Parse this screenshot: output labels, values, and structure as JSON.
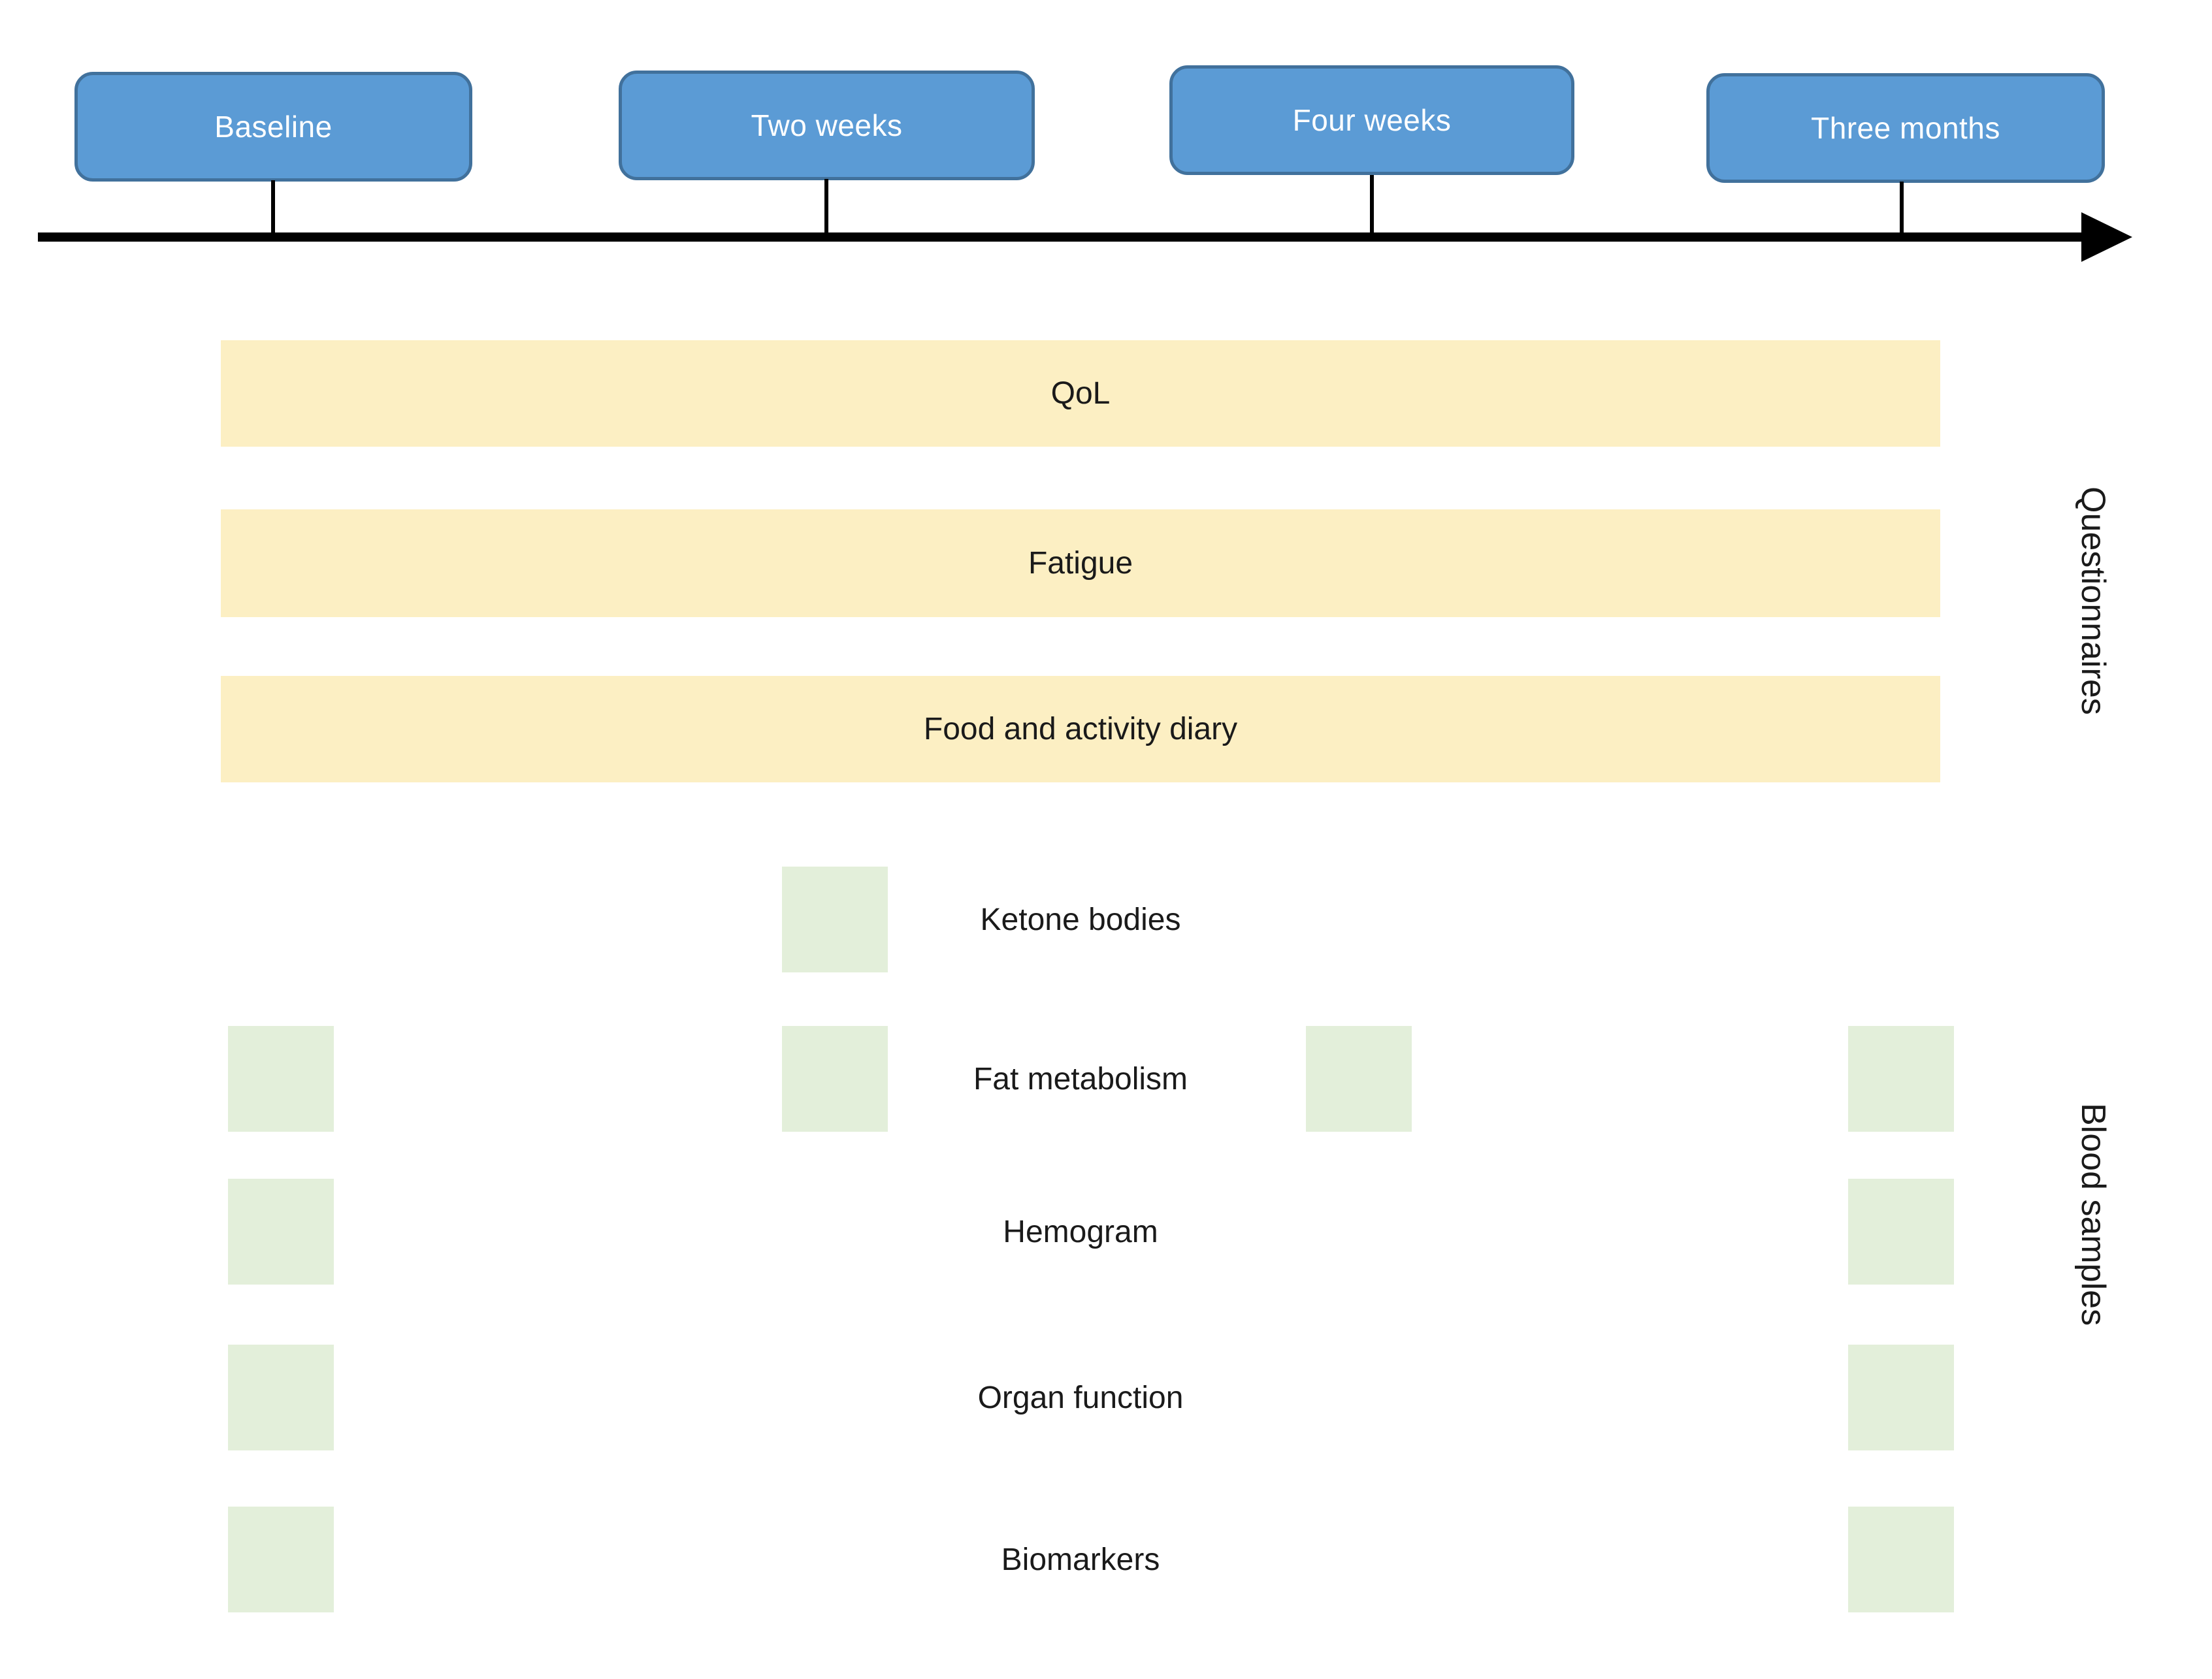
{
  "timeline": {
    "milestones": [
      {
        "label": "Baseline"
      },
      {
        "label": "Two weeks"
      },
      {
        "label": "Four weeks"
      },
      {
        "label": "Three months"
      }
    ]
  },
  "questionnaires": {
    "section_label": "Questionnaires",
    "bars": [
      "QoL",
      "Fatigue",
      "Food and activity diary"
    ],
    "span": "all timepoints (Baseline through Three months)"
  },
  "blood_samples": {
    "section_label": "Blood samples",
    "rows": [
      {
        "label": "Ketone bodies",
        "timepoints": [
          "Two weeks"
        ]
      },
      {
        "label": "Fat metabolism",
        "timepoints": [
          "Baseline",
          "Two weeks",
          "Four weeks",
          "Three months"
        ]
      },
      {
        "label": "Hemogram",
        "timepoints": [
          "Baseline",
          "Three months"
        ]
      },
      {
        "label": "Organ function",
        "timepoints": [
          "Baseline",
          "Three months"
        ]
      },
      {
        "label": "Biomarkers",
        "timepoints": [
          "Baseline",
          "Three months"
        ]
      }
    ]
  },
  "colors": {
    "milestone_fill": "#5b9bd5",
    "milestone_border": "#41719c",
    "milestone_text": "#ffffff",
    "questionnaire_bar": "#fcefc3",
    "sample_marker": "#e3efda",
    "timeline_arrow": "#000000",
    "text": "#1a1a1a"
  }
}
